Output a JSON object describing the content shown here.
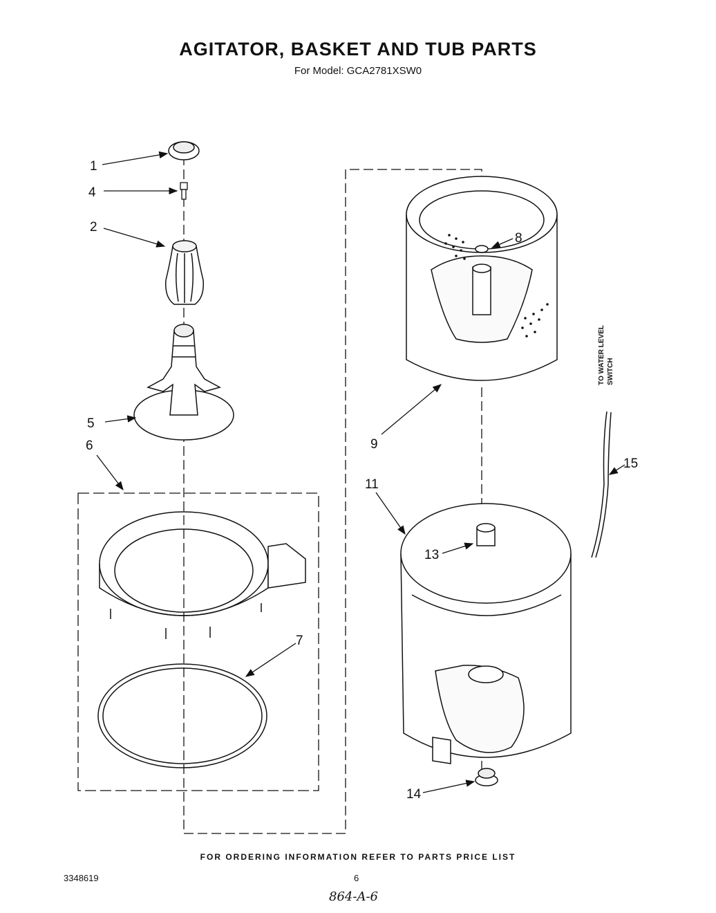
{
  "title": "AGITATOR, BASKET AND TUB PARTS",
  "subtitle": "For Model: GCA2781XSW0",
  "side_note": [
    "TO WATER LEVEL",
    "SWITCH"
  ],
  "callouts": [
    "1",
    "4",
    "2",
    "5",
    "6",
    "7",
    "8",
    "9",
    "11",
    "13",
    "14",
    "15"
  ],
  "footer": "FOR ORDERING INFORMATION REFER TO PARTS PRICE LIST",
  "doc_number": "3348619",
  "page_number": "6",
  "handwritten_note": "864-A-6"
}
